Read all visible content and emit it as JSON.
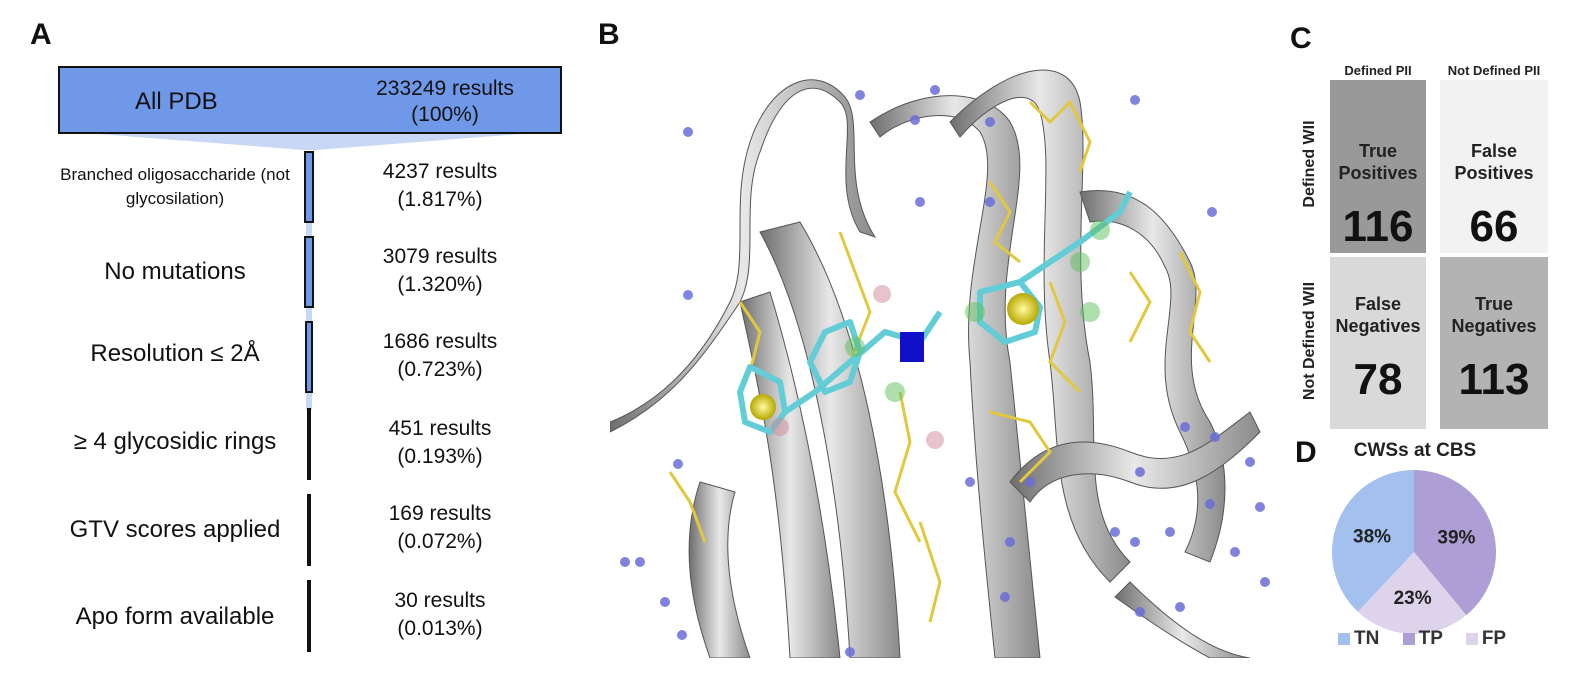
{
  "panels": {
    "a": "A",
    "b": "B",
    "c": "C",
    "d": "D"
  },
  "funnel": {
    "top": {
      "label": "All PDB",
      "results": "233249 results",
      "percent": "(100%)"
    },
    "steps": [
      {
        "label": "Branched oligosaccharide (not glycosilation)",
        "results": "4237 results",
        "percent": "(1.817%)",
        "fraction": 0.01817
      },
      {
        "label": "No mutations",
        "results": "3079 results",
        "percent": "(1.320%)",
        "fraction": 0.0132
      },
      {
        "label": "Resolution ≤ 2Å",
        "results": "1686 results",
        "percent": "(0.723%)",
        "fraction": 0.00723
      },
      {
        "label": "≥ 4 glycosidic rings",
        "results": "451 results",
        "percent": "(0.193%)",
        "fraction": 0.00193
      },
      {
        "label": "GTV scores applied",
        "results": "169 results",
        "percent": "(0.072%)",
        "fraction": 0.00072
      },
      {
        "label": "Apo form available",
        "results": "30 results",
        "percent": "(0.013%)",
        "fraction": 0.00013
      }
    ]
  },
  "confusion": {
    "col_headers": [
      "Defined PII",
      "Not Defined PII"
    ],
    "row_headers": [
      "Defined WII",
      "Not Defined WII"
    ],
    "cells": [
      {
        "name": "True Positives",
        "line1": "True",
        "line2": "Positives",
        "value": "116",
        "color": "#999999"
      },
      {
        "name": "False Positives",
        "line1": "False",
        "line2": "Positives",
        "value": "66",
        "color": "#f2f2f2"
      },
      {
        "name": "False Negatives",
        "line1": "False",
        "line2": "Negatives",
        "value": "78",
        "color": "#d9d9d9"
      },
      {
        "name": "True Negatives",
        "line1": "True",
        "line2": "Negatives",
        "value": "113",
        "color": "#b3b3b3"
      }
    ]
  },
  "chart_data": {
    "type": "pie",
    "title": "CWSs at CBS",
    "slices": [
      {
        "label": "TP",
        "value": 39,
        "text": "39%",
        "color": "#ad9fd6"
      },
      {
        "label": "FP",
        "value": 23,
        "text": "23%",
        "color": "#ddd3ea"
      },
      {
        "label": "TN",
        "value": 38,
        "text": "38%",
        "color": "#a4c0ee"
      }
    ],
    "legend": [
      "TN",
      "TP",
      "FP"
    ],
    "legend_placement": "bottom"
  }
}
